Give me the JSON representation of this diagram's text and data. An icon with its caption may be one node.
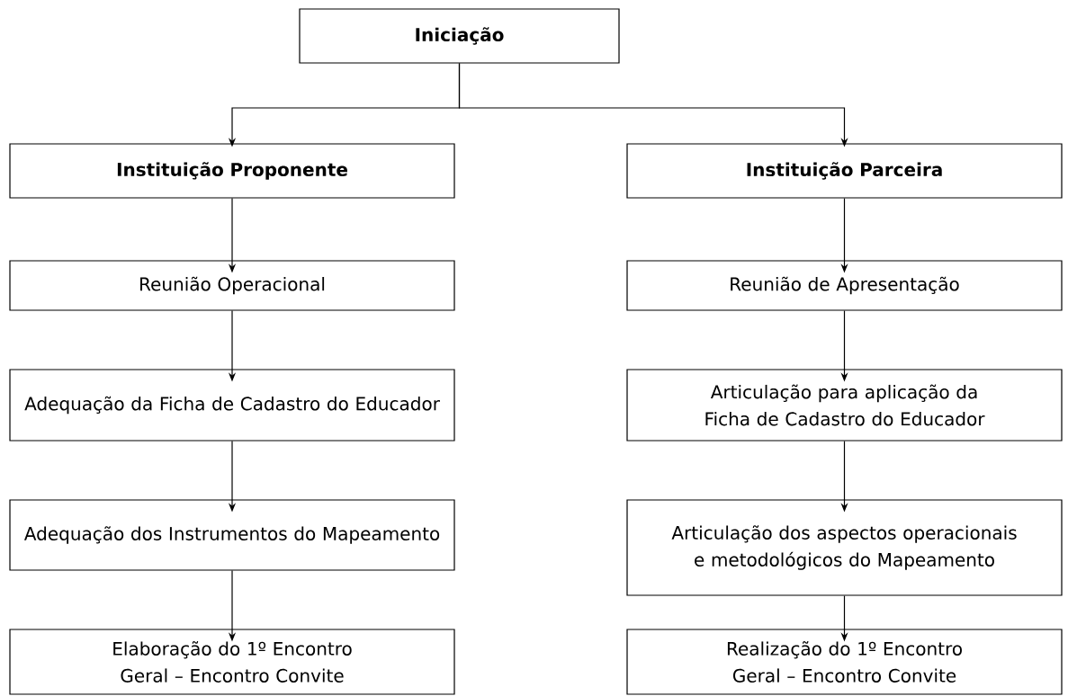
{
  "diagram": {
    "nodes": [
      {
        "text": [
          "**Iniciação**"
        ]
      },
      {
        "text": [
          "**Instituição Proponente**"
        ]
      },
      {
        "text": [
          "**Instituição Parceira**"
        ]
      },
      {
        "text": [
          "Reunião Operacional"
        ]
      },
      {
        "text": [
          "Reunião de Apresentação"
        ]
      },
      {
        "text": [
          "Adequação da Ficha de Cadastro do Educador"
        ]
      },
      {
        "text": [
          "Articulação para aplicação da Ficha de Cadastro do Educador"
        ]
      },
      {
        "text": [
          "Adequação dos Instrumentos do Mapeamento"
        ]
      },
      {
        "text": [
          "Articulação dos aspectos operacionais e metodológicos do Mapeamento"
        ]
      },
      {
        "text": [
          "Elaboração do 1º Encontro Geral – Encontro Convite"
        ]
      },
      {
        "text": [
          "Realização do 1º Encontro Geral – Encontro Convite"
        ]
      }
    ],
    "edges": [
      {
        "from": 0,
        "to": 1,
        "arrow": "to"
      },
      {
        "from": 0,
        "to": 2,
        "arrow": "to"
      },
      {
        "from": 1,
        "to": 3,
        "arrow": "to"
      },
      {
        "from": 2,
        "to": 4,
        "arrow": "to"
      },
      {
        "from": 3,
        "to": 5,
        "arrow": "to"
      },
      {
        "from": 4,
        "to": 6,
        "arrow": "to"
      },
      {
        "from": 5,
        "to": 7,
        "arrow": "to"
      },
      {
        "from": 6,
        "to": 8,
        "arrow": "to"
      },
      {
        "from": 7,
        "to": 9,
        "arrow": "to"
      },
      {
        "from": 8,
        "to": 10,
        "arrow": "to"
      }
    ]
  }
}
